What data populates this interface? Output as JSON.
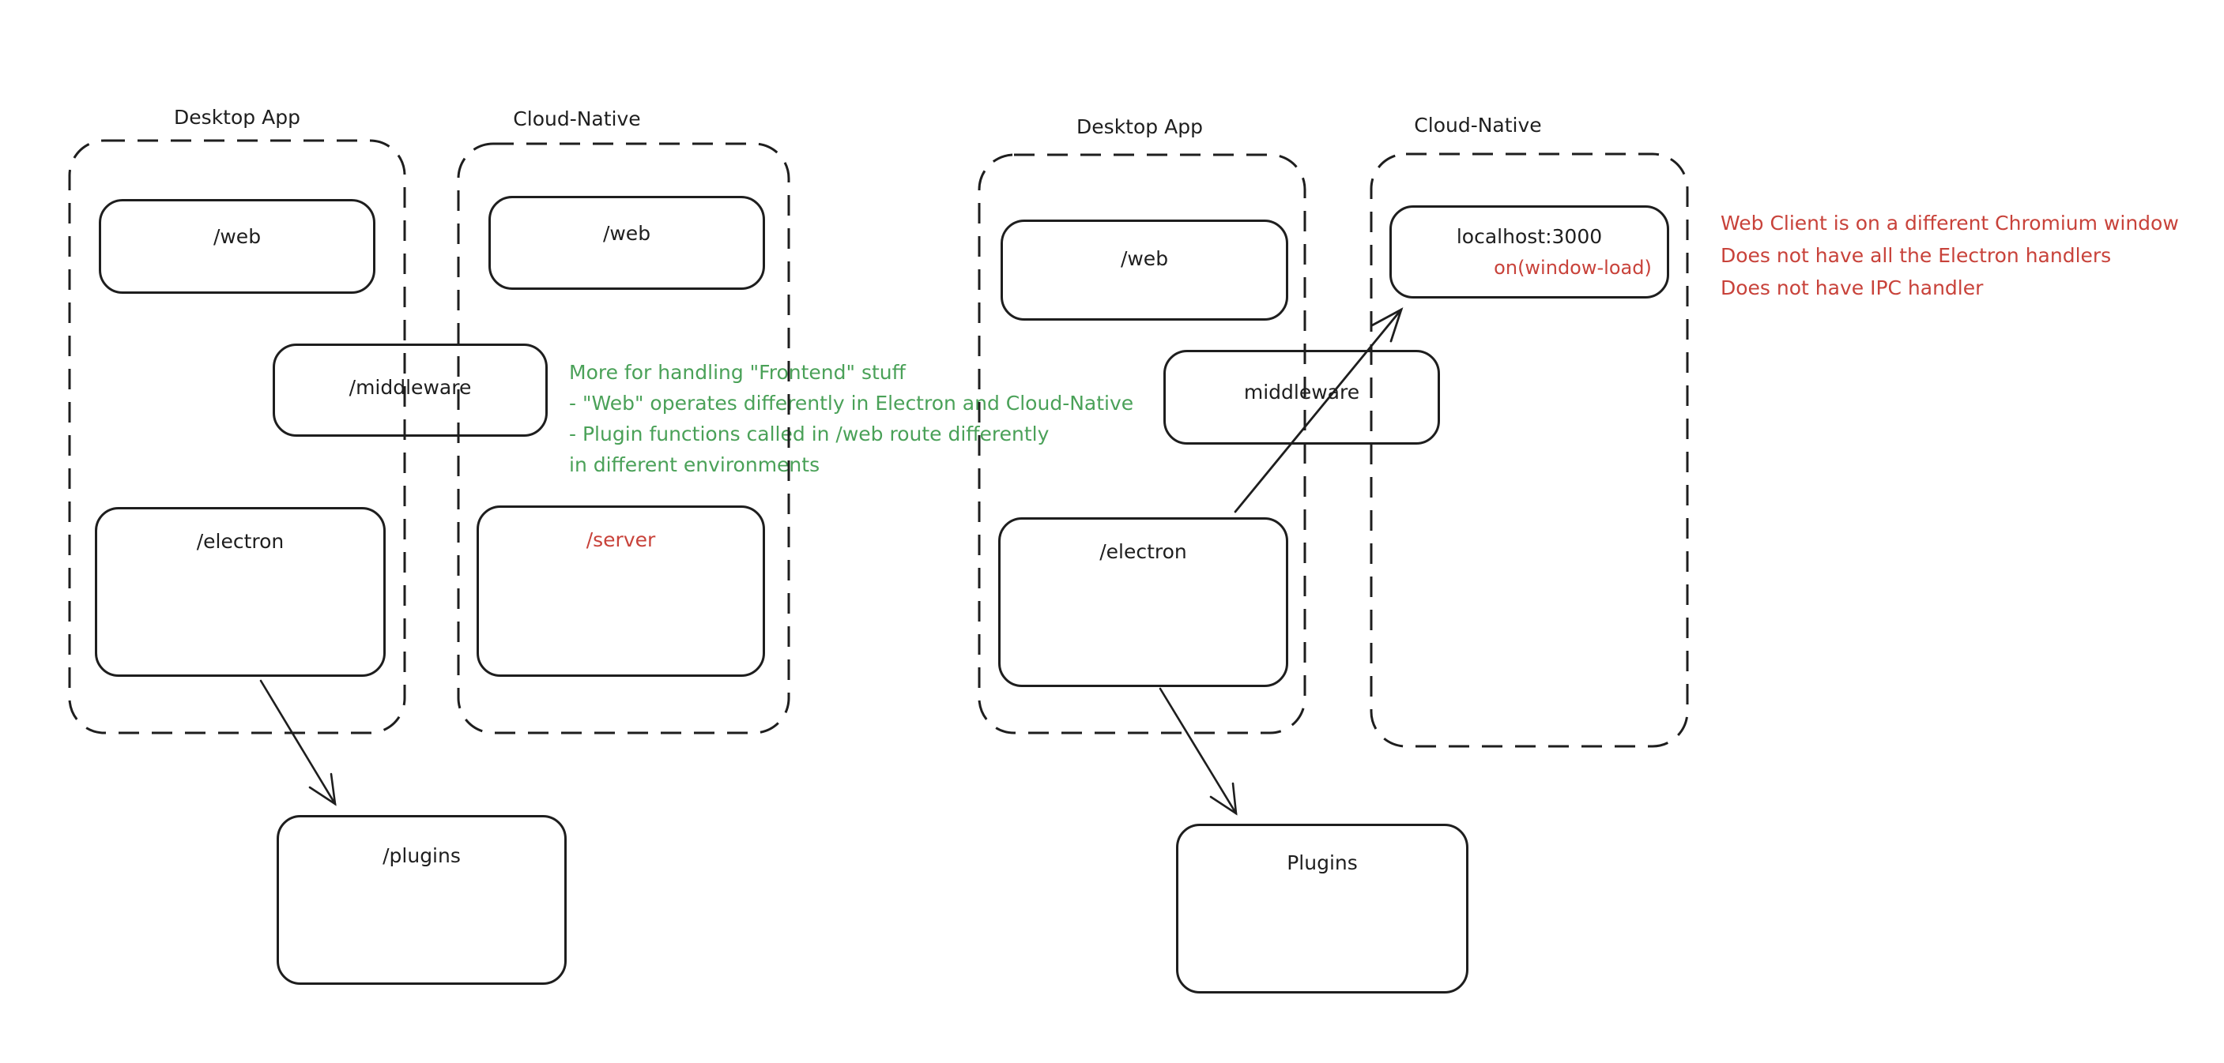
{
  "canvas": {
    "background": "#ffffff",
    "stroke_color": "#1e1e1e",
    "red_color": "#c8423a",
    "green_color": "#4aa158"
  },
  "left": {
    "desktop_container_label": "Desktop App",
    "cloud_container_label": "Cloud-Native",
    "boxes": {
      "web_desktop": "/web",
      "middleware": "/middleware",
      "electron": "/electron",
      "web_cloud": "/web",
      "server": "/server",
      "plugins": "/plugins"
    },
    "note_green": {
      "lines": [
        "More for handling \"Frontend\" stuff",
        "- \"Web\" operates differently in Electron and Cloud-Native",
        "- Plugin functions called in /web route differently",
        "in different environments"
      ]
    }
  },
  "right": {
    "desktop_container_label": "Desktop App",
    "cloud_container_label": "Cloud-Native",
    "boxes": {
      "web": "/web",
      "middleware": "middleware",
      "electron": "/electron",
      "localhost": "localhost:3000",
      "localhost_sub": "on(window-load)",
      "plugins": "Plugins"
    },
    "note_red": {
      "lines": [
        "Web Client is on a different Chromium window",
        "Does not have all the Electron handlers",
        "Does not have IPC handler"
      ]
    }
  }
}
